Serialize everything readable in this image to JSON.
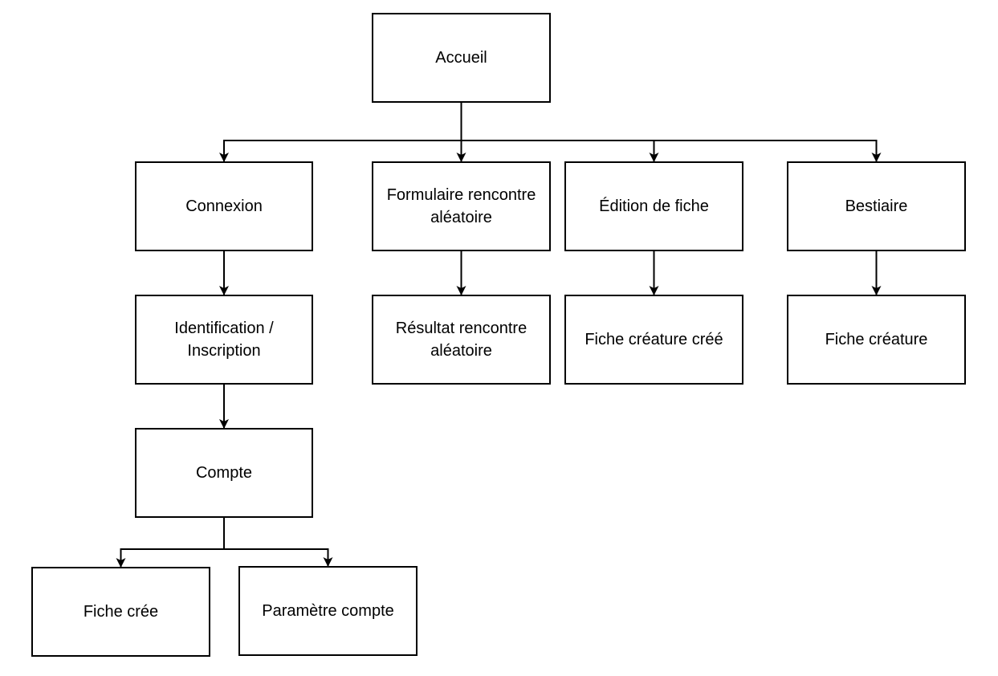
{
  "nodes": {
    "accueil": "Accueil",
    "connexion": "Connexion",
    "formulaire": "Formulaire rencontre aléatoire",
    "edition": "Édition de fiche",
    "bestiaire": "Bestiaire",
    "identification": "Identification / Inscription",
    "resultat": "Résultat rencontre aléatoire",
    "fiche_creature_cree": "Fiche créature créé",
    "fiche_creature": "Fiche créature",
    "compte": "Compte",
    "fiche_cree": "Fiche crée",
    "parametre": "Paramètre compte"
  },
  "edges": [
    {
      "from": "accueil",
      "to": "connexion"
    },
    {
      "from": "accueil",
      "to": "formulaire"
    },
    {
      "from": "accueil",
      "to": "edition"
    },
    {
      "from": "accueil",
      "to": "bestiaire"
    },
    {
      "from": "connexion",
      "to": "identification"
    },
    {
      "from": "identification",
      "to": "compte"
    },
    {
      "from": "compte",
      "to": "fiche_cree"
    },
    {
      "from": "compte",
      "to": "parametre"
    },
    {
      "from": "formulaire",
      "to": "resultat"
    },
    {
      "from": "edition",
      "to": "fiche_creature_cree"
    },
    {
      "from": "bestiaire",
      "to": "fiche_creature"
    }
  ],
  "colors": {
    "line": "#000000",
    "box_border": "#000000",
    "background": "#ffffff"
  }
}
